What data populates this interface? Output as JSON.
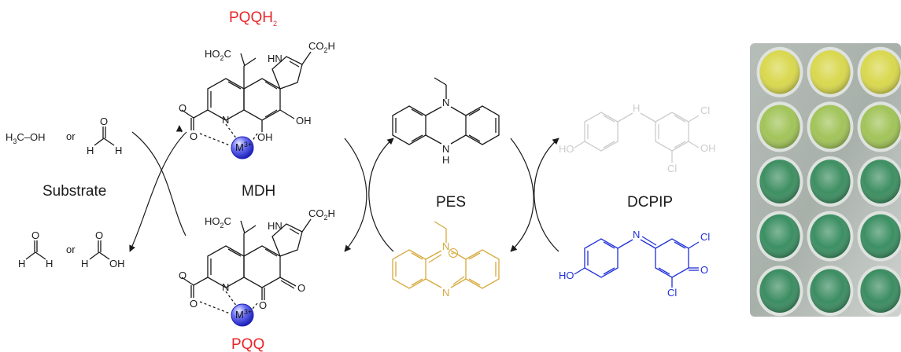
{
  "colors": {
    "title_red": "#e8262a",
    "pes_yellow": "#d6a93c",
    "dcpip_blue": "#1f2fd6",
    "dcpip_faded": "#cccccc",
    "metal_blue": "#5a5ff0",
    "bond": "#1a1a1a"
  },
  "labels": {
    "pqqh2_main": "PQQH",
    "pqqh2_sub": "2",
    "pqq": "PQQ",
    "substrate": "Substrate",
    "mdh": "MDH",
    "pes": "PES",
    "dcpip": "DCPIP"
  },
  "substrate": {
    "methanol_left": "H",
    "methanol_left_sub": "3",
    "methanol_right": "C–OH",
    "or": "or",
    "formaldehyde_o": "O",
    "formaldehyde_h": "H",
    "formic_oh": "OH"
  },
  "atoms": {
    "ho2c": "HO",
    "ho2c_sub": "2",
    "ho2c_c": "C",
    "co2h": "CO",
    "co2h_sub": "2",
    "co2h_h": "H",
    "nh": "HN",
    "n": "N",
    "oh": "OH",
    "o": "O",
    "metal": "M",
    "metal_sup": "3+",
    "h": "H",
    "ho": "HO",
    "cl": "Cl",
    "plus": "+"
  },
  "plate": {
    "columns": 3,
    "rows": 5,
    "row_colors": [
      "#d9d84f",
      "#a2c45a",
      "#3e8f62",
      "#3c8f63",
      "#3c8d62"
    ]
  }
}
